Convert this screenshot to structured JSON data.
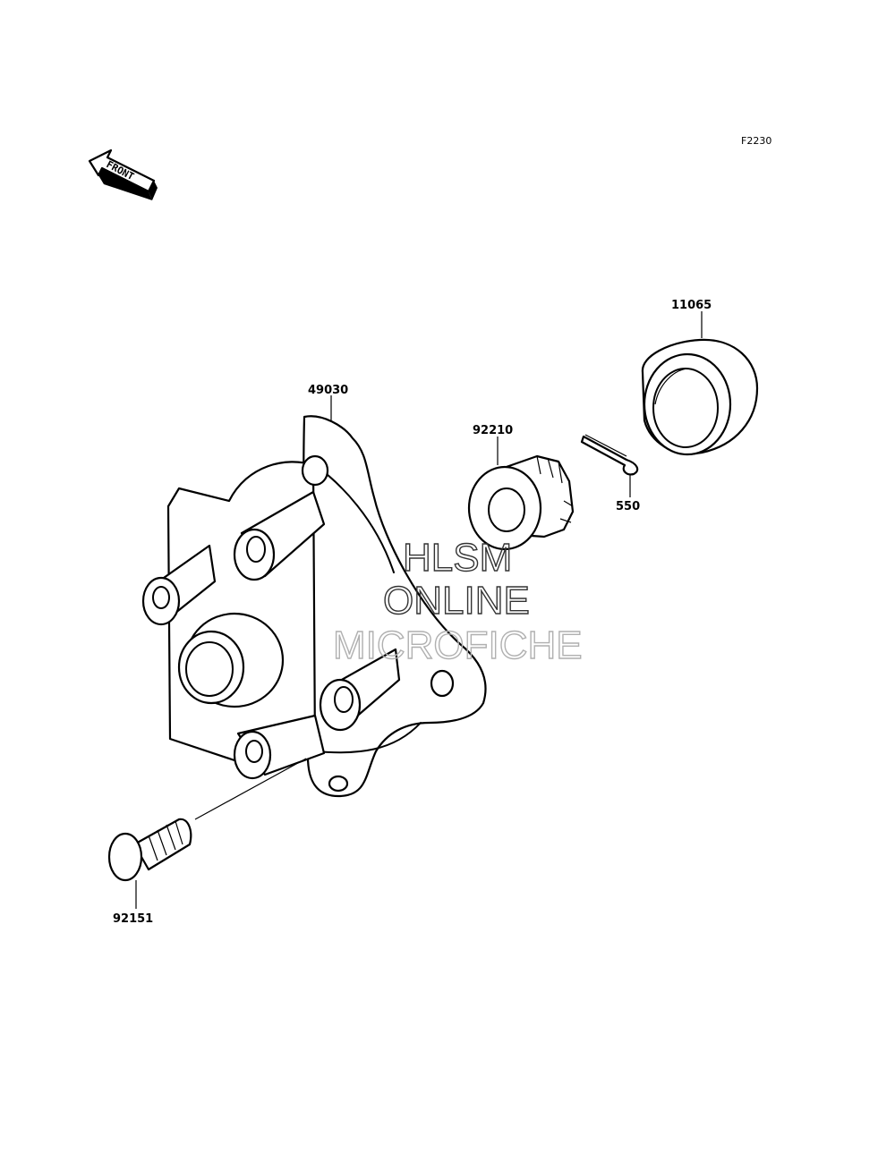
{
  "diagram": {
    "ref_code": "F2230",
    "front_indicator": "FRONT",
    "parts": [
      {
        "number": "11065"
      },
      {
        "number": "49030"
      },
      {
        "number": "92210"
      },
      {
        "number": "550"
      },
      {
        "number": "92151"
      }
    ]
  },
  "watermark": {
    "line1": "HLSM",
    "line2": "ONLINE",
    "line3": "MICROFICHE"
  },
  "colors": {
    "line": "#000000",
    "background": "#ffffff",
    "watermark_dark": "#333333",
    "watermark_light": "#b0b0b0"
  }
}
